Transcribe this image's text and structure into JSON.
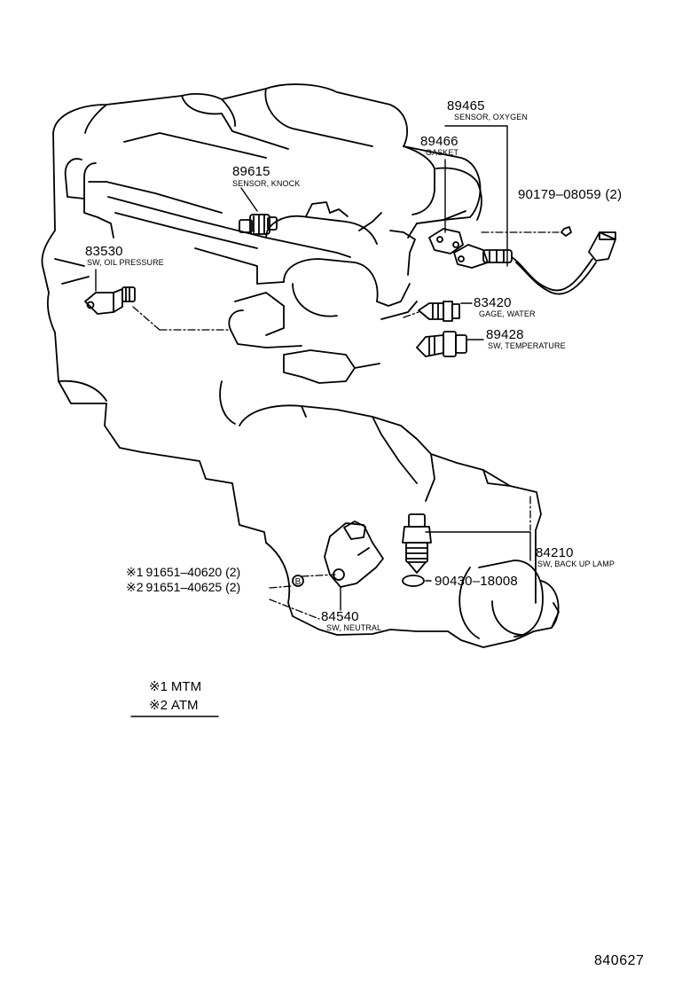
{
  "parts": {
    "oxygen_sensor": {
      "number": "89465",
      "name": "SENSOR, OXYGEN"
    },
    "gasket": {
      "number": "89466",
      "name": "GASKET"
    },
    "nut": {
      "number": "90179‒08059 (2)"
    },
    "knock_sensor": {
      "number": "89615",
      "name": "SENSOR, KNOCK"
    },
    "oil_pressure_switch": {
      "number": "83530",
      "name": "SW, OIL PRESSURE"
    },
    "water_gage": {
      "number": "83420",
      "name": "GAGE, WATER"
    },
    "temperature_switch": {
      "number": "89428",
      "name": "SW, TEMPERATURE"
    },
    "backup_lamp_switch": {
      "number": "84210",
      "name": "SW, BACK UP LAMP"
    },
    "gasket_ring": {
      "number": "90430‒18008"
    },
    "neutral_switch": {
      "number": "84540",
      "name": "SW, NEUTRAL"
    },
    "bolt_mtm": {
      "mark": "※1",
      "number": "91651‒40620 (2)"
    },
    "bolt_atm": {
      "mark": "※2",
      "number": "91651‒40625 (2)"
    }
  },
  "legend": [
    {
      "mark": "※1",
      "text": "MTM"
    },
    {
      "mark": "※2",
      "text": "ATM"
    }
  ],
  "catalog_number": "840627",
  "colors": {
    "line": "#000000",
    "background": "#ffffff"
  }
}
